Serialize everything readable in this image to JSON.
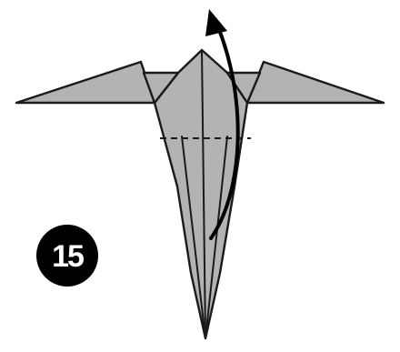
{
  "step": {
    "number": "15"
  },
  "diagram": {
    "subject": "origami",
    "paper_color": "#b3b3b3",
    "outline_color": "#1a1a1a",
    "fold_line": "valley-fold-dashed",
    "arrow_direction": "up"
  }
}
